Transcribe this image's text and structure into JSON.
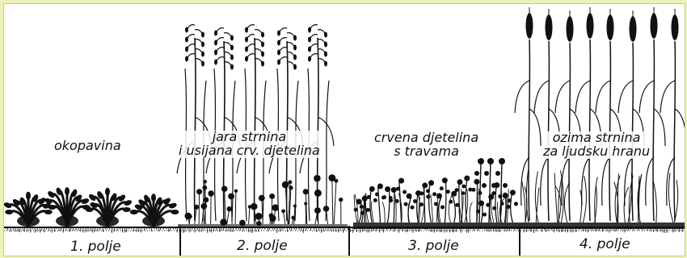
{
  "fields": [
    {
      "label": "1. polje",
      "crop": [
        "okopavina"
      ]
    },
    {
      "label": "2. polje",
      "crop": [
        "jara strnina",
        "i usijana crv. djetelina"
      ]
    },
    {
      "label": "3. polje",
      "crop": [
        "crvena djetelina",
        "s travama"
      ]
    },
    {
      "label": "4. polje",
      "crop": [
        "ozima strnina",
        "za ljudsku hranu"
      ]
    }
  ],
  "colors": {
    "ink": "#111111",
    "paper": "#ffffff",
    "outer_background": "#eef2b8"
  },
  "icons": [
    "root-crop-plant",
    "spring-cereal-plant",
    "clover-plant",
    "winter-wheat-plant"
  ]
}
